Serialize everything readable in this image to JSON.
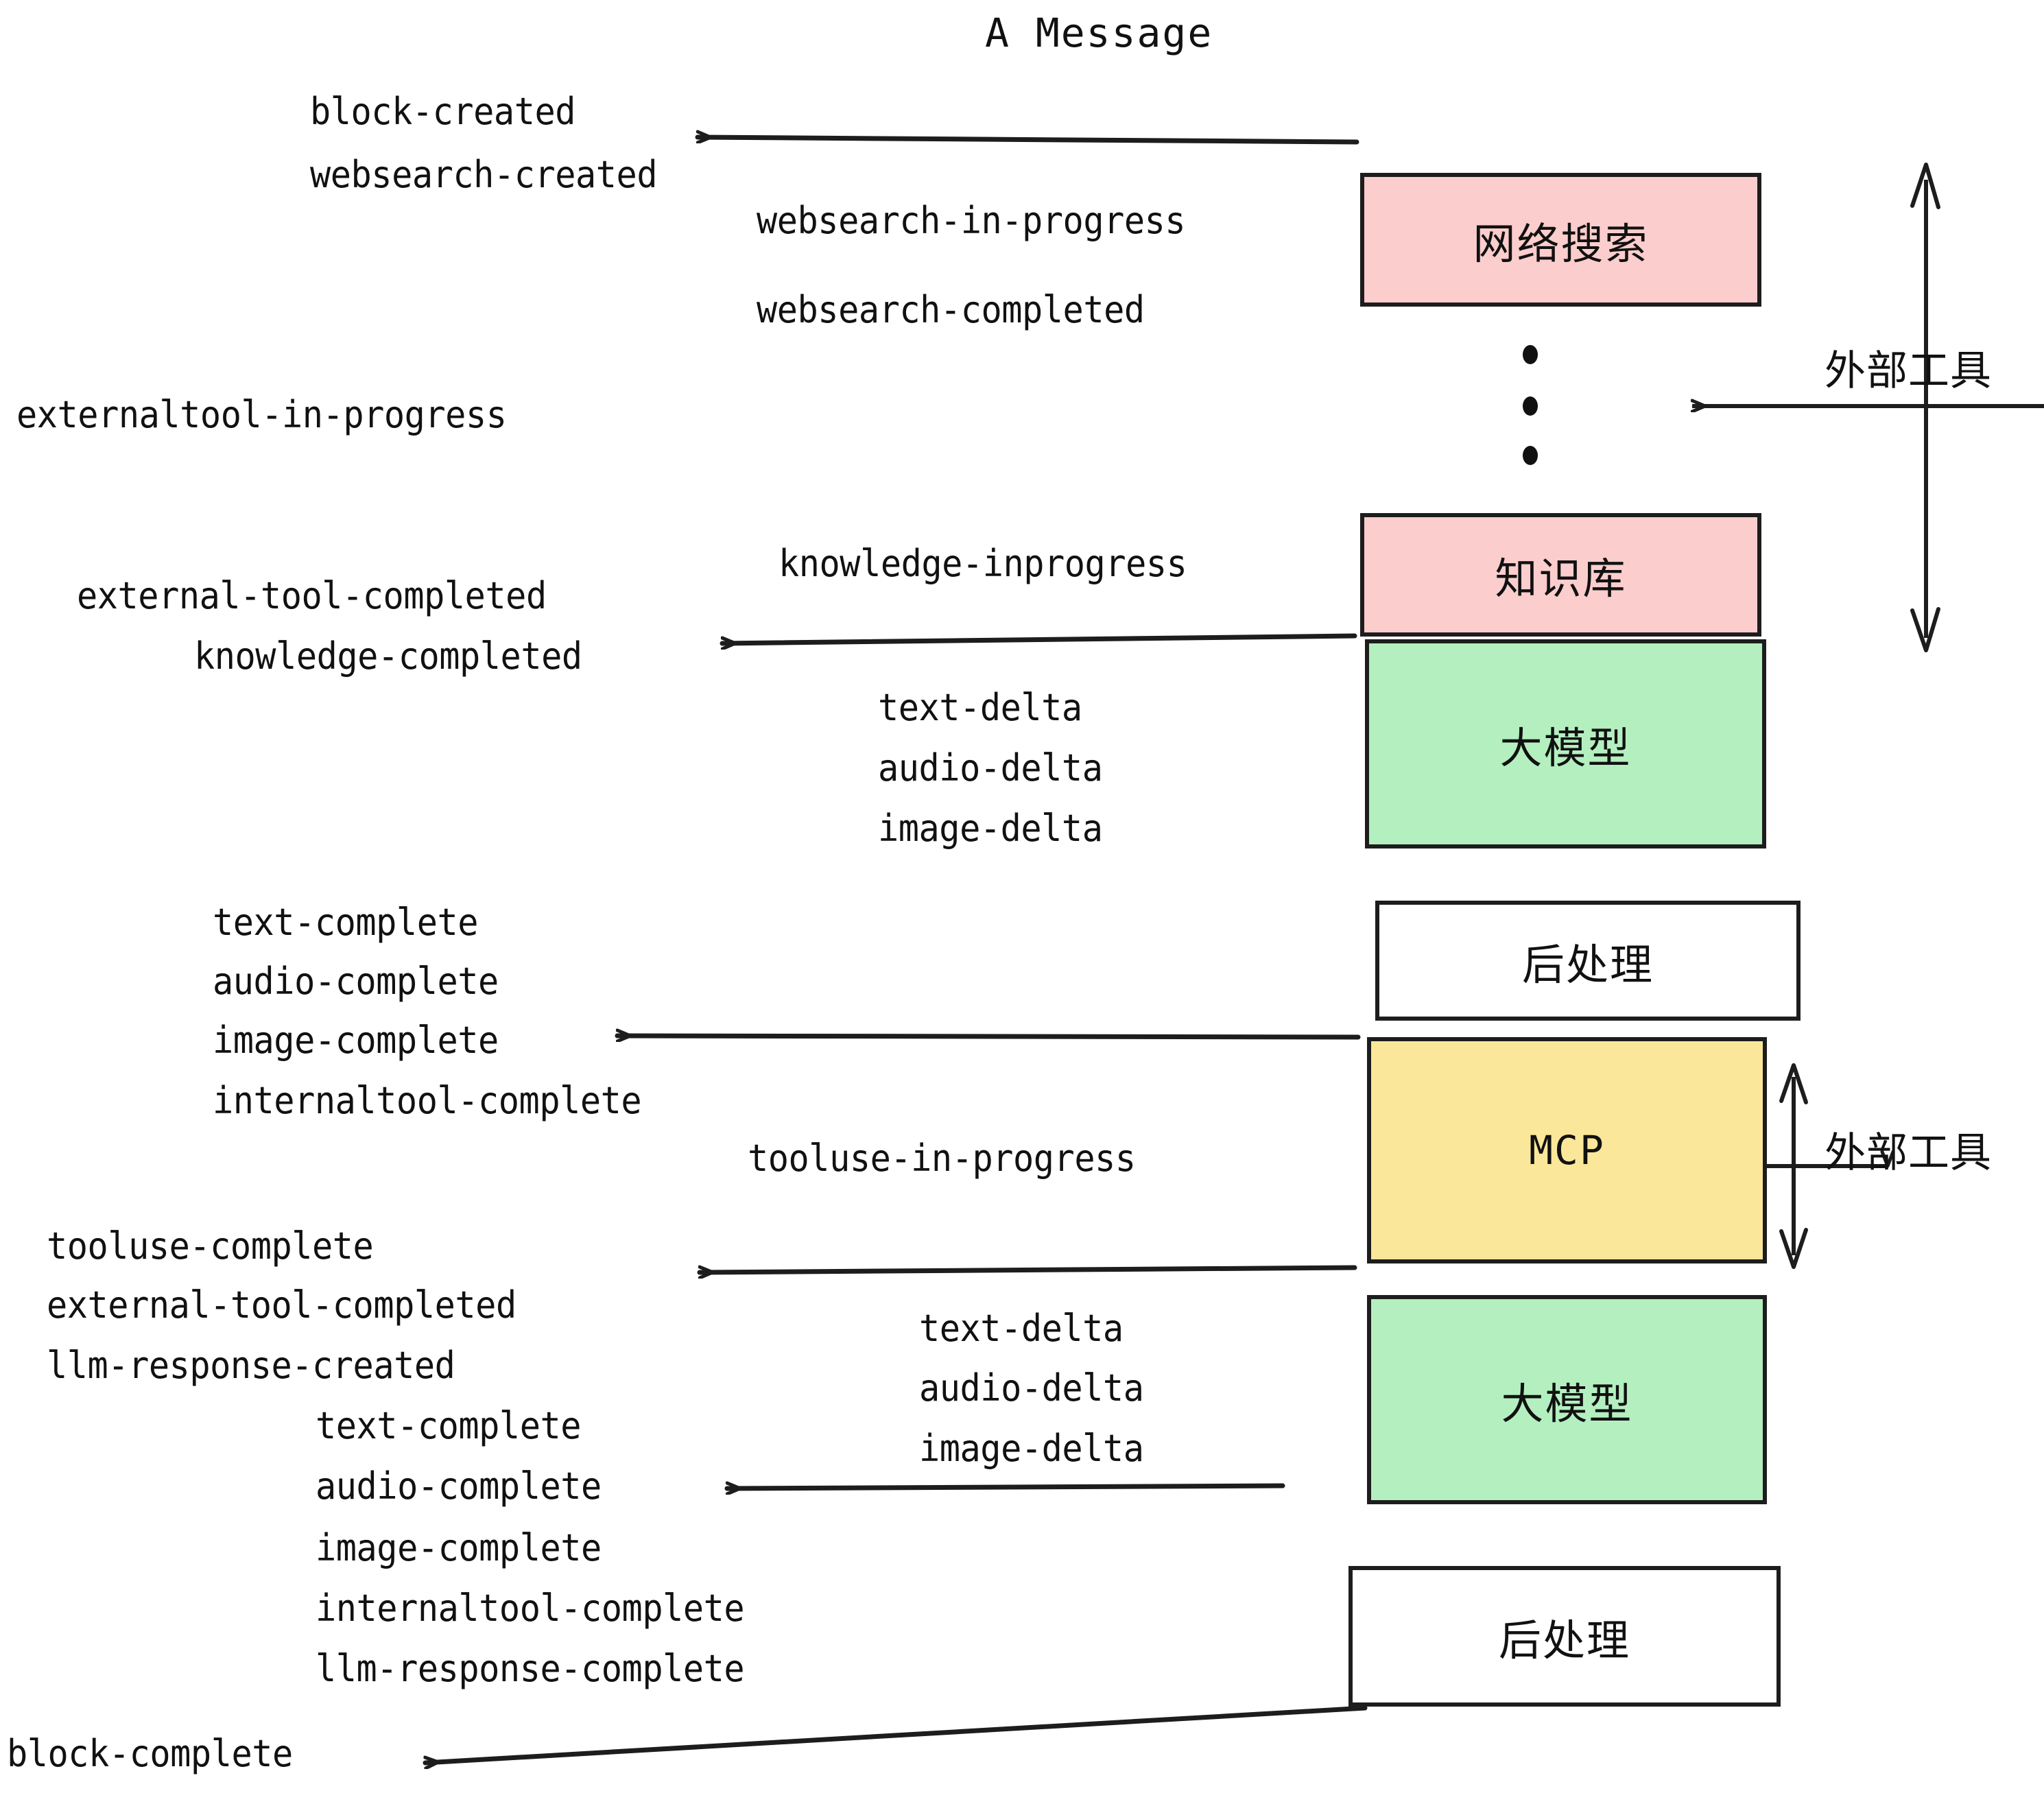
{
  "diagram": {
    "title": "A Message",
    "type": "event-stream-sequence-diagram",
    "colors": {
      "external_tool_fill": "#fbcdcd",
      "llm_fill": "#b4efc0",
      "mcp_fill": "#fae79a",
      "postprocess_fill": "#ffffff",
      "stroke": "#1d1d1d",
      "text": "#111111",
      "background": "#ffffff"
    },
    "nodes": [
      {
        "id": "websearch",
        "label": "网络搜索",
        "kind": "external-tool",
        "fill": "#fbcdcd"
      },
      {
        "id": "knowledge",
        "label": "知识库",
        "kind": "external-tool",
        "fill": "#fbcdcd"
      },
      {
        "id": "llm-1",
        "label": "大模型",
        "kind": "llm",
        "fill": "#b4efc0"
      },
      {
        "id": "postprocess-1",
        "label": "后处理",
        "kind": "postprocess",
        "fill": "#ffffff"
      },
      {
        "id": "mcp",
        "label": "MCP",
        "kind": "external-tool",
        "fill": "#fae79a"
      },
      {
        "id": "llm-2",
        "label": "大模型",
        "kind": "llm",
        "fill": "#b4efc0"
      },
      {
        "id": "postprocess-2",
        "label": "后处理",
        "kind": "postprocess",
        "fill": "#ffffff"
      }
    ],
    "side_annotations": [
      {
        "id": "external-tools-top",
        "label": "外部工具"
      },
      {
        "id": "external-tools-bottom",
        "label": "外部工具"
      }
    ],
    "events": [
      {
        "id": "block-created",
        "text": "block-created"
      },
      {
        "id": "websearch-created",
        "text": "websearch-created"
      },
      {
        "id": "websearch-in-progress",
        "text": "websearch-in-progress"
      },
      {
        "id": "websearch-completed",
        "text": "websearch-completed"
      },
      {
        "id": "externaltool-in-progress",
        "text": "externaltool-in-progress"
      },
      {
        "id": "knowledge-inprogress",
        "text": "knowledge-inprogress"
      },
      {
        "id": "external-tool-completed-1",
        "text": "external-tool-completed"
      },
      {
        "id": "knowledge-completed",
        "text": "knowledge-completed"
      },
      {
        "id": "text-delta-1",
        "text": "text-delta"
      },
      {
        "id": "audio-delta-1",
        "text": "audio-delta"
      },
      {
        "id": "image-delta-1",
        "text": "image-delta"
      },
      {
        "id": "text-complete-1",
        "text": "text-complete"
      },
      {
        "id": "audio-complete-1",
        "text": "audio-complete"
      },
      {
        "id": "image-complete-1",
        "text": "image-complete"
      },
      {
        "id": "internaltool-complete-1",
        "text": "internaltool-complete"
      },
      {
        "id": "tooluse-in-progress",
        "text": "tooluse-in-progress"
      },
      {
        "id": "tooluse-complete",
        "text": "tooluse-complete"
      },
      {
        "id": "external-tool-completed-2",
        "text": "external-tool-completed"
      },
      {
        "id": "llm-response-created",
        "text": "llm-response-created"
      },
      {
        "id": "text-delta-2",
        "text": "text-delta"
      },
      {
        "id": "audio-delta-2",
        "text": "audio-delta"
      },
      {
        "id": "image-delta-2",
        "text": "image-delta"
      },
      {
        "id": "text-complete-2",
        "text": "text-complete"
      },
      {
        "id": "audio-complete-2",
        "text": "audio-complete"
      },
      {
        "id": "image-complete-2",
        "text": "image-complete"
      },
      {
        "id": "internaltool-complete-2",
        "text": "internaltool-complete"
      },
      {
        "id": "llm-response-complete",
        "text": "llm-response-complete"
      },
      {
        "id": "block-complete",
        "text": "block-complete"
      }
    ],
    "ellipsis_dots": 3
  }
}
